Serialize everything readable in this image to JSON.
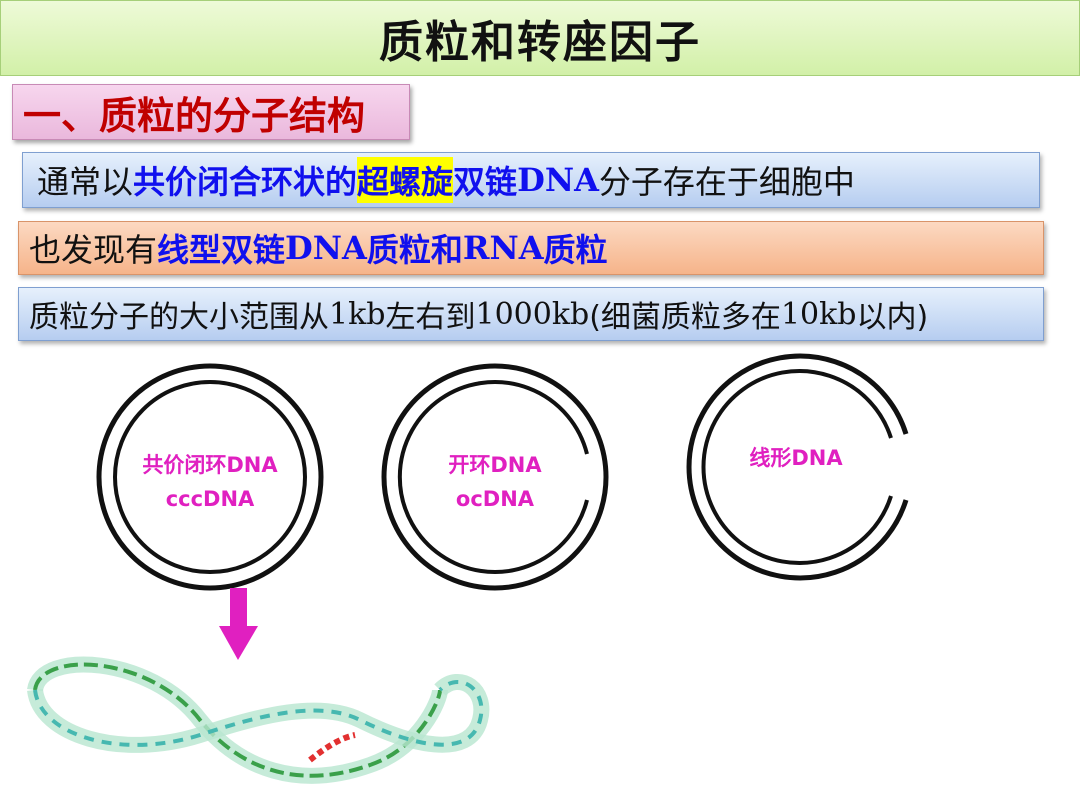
{
  "title": "质粒和转座因子",
  "section": "一、质粒的分子结构",
  "line1": {
    "a": "通常以",
    "b": "共价闭合环状的",
    "c": "超螺旋",
    "d": "双链",
    "e": "DNA",
    "f": "分子存在于细胞中"
  },
  "line2": {
    "a": "也发现有",
    "b": "线型双链",
    "c": "DNA",
    "d": "质粒和",
    "e": "RNA",
    "f": "质粒"
  },
  "line3": {
    "a": "质粒分子的大小范围从",
    "b": "1kb",
    "c": "左右到",
    "d": "1000kb",
    "e": "(细菌质粒多在",
    "f": "10kb",
    "g": "以内)"
  },
  "diagram": {
    "ccc_line1": "共价闭环DNA",
    "ccc_line2": "cccDNA",
    "oc_line1": "开环DNA",
    "oc_line2": "ocDNA",
    "linear": "线形DNA"
  },
  "colors": {
    "label": "#e020c0",
    "arrow": "#e020c0",
    "helix_green": "#3aa04a",
    "helix_teal": "#46b8b0",
    "helix_red": "#e23030"
  }
}
